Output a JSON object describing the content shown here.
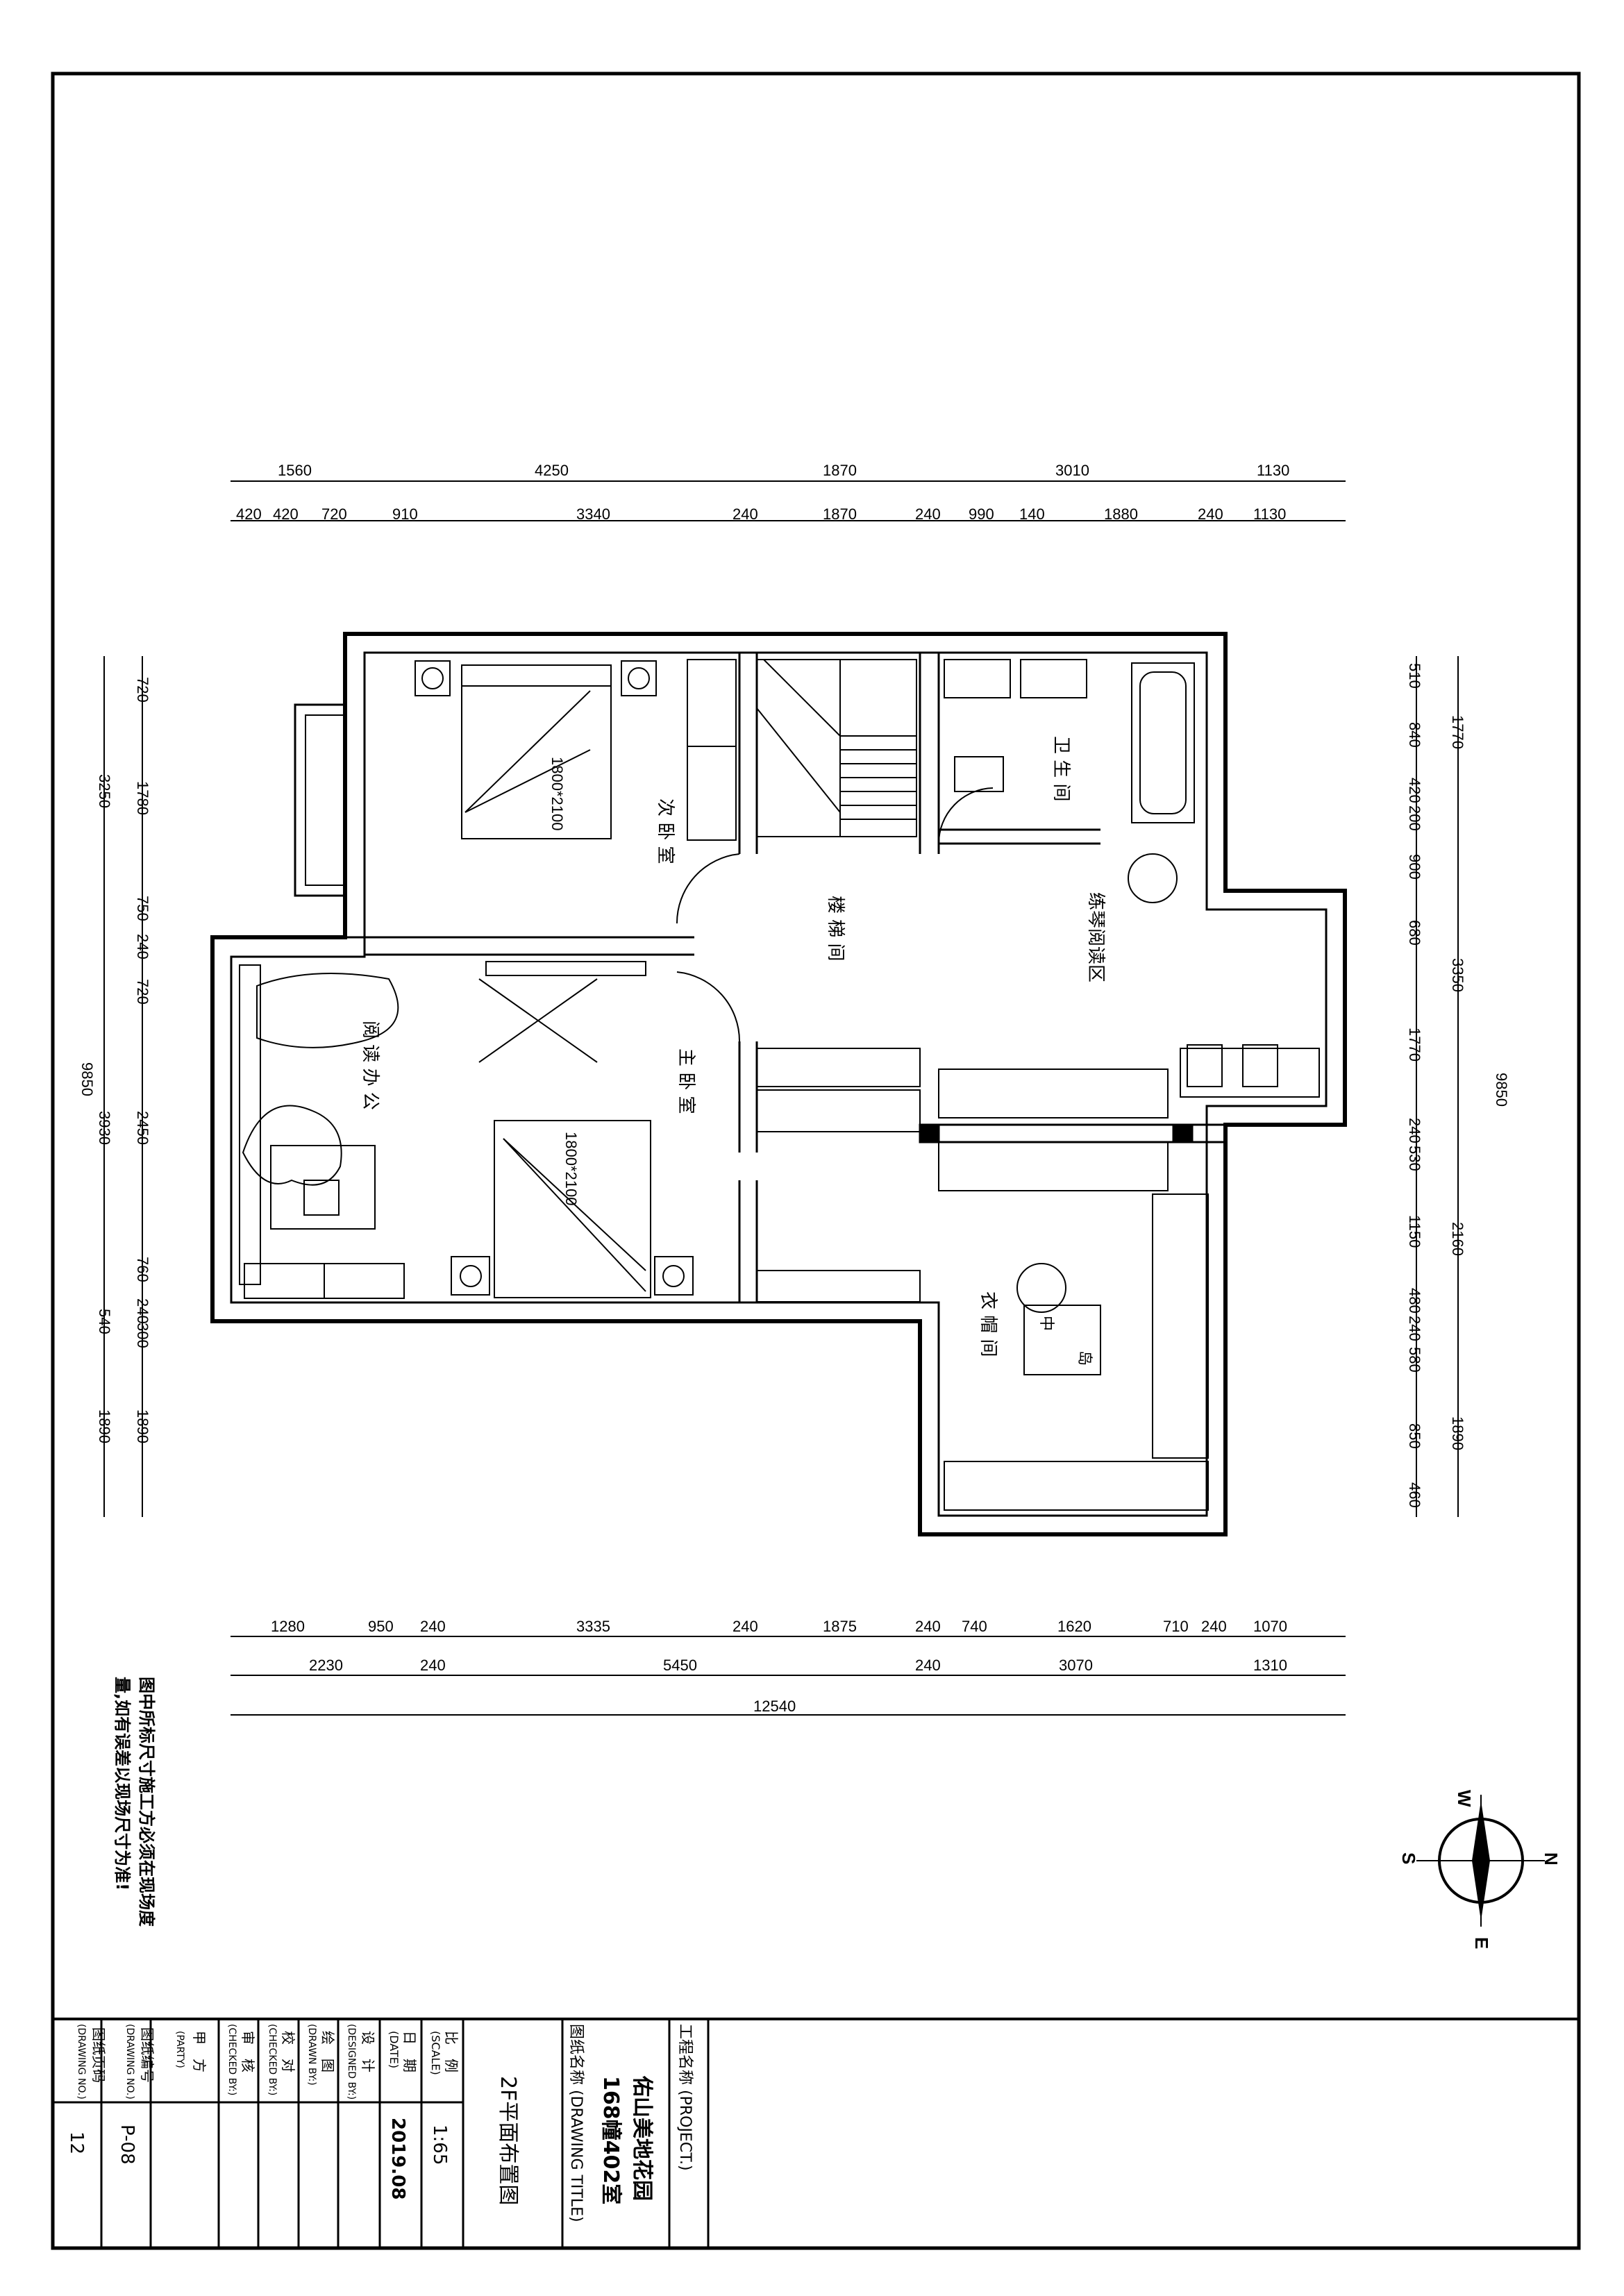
{
  "dimensions": {
    "top_outer": [
      "1560",
      "4250",
      "1870",
      "3010",
      "1130"
    ],
    "top_inner": [
      "420",
      "420",
      "720",
      "910",
      "3340",
      "240",
      "1870",
      "240",
      "990",
      "140",
      "1880",
      "240",
      "1130"
    ],
    "bottom_inner": [
      "1280",
      "950",
      "240",
      "3335",
      "240",
      "1875",
      "240",
      "740",
      "1620",
      "710",
      "240",
      "1070"
    ],
    "bottom_mid": [
      "2230",
      "240",
      "5450",
      "240",
      "3070",
      "1310"
    ],
    "bottom_total": "12540",
    "left_inner": [
      "720",
      "1780",
      "750",
      "240",
      "720",
      "2450",
      "760",
      "240",
      "300",
      "540",
      "1890"
    ],
    "left_outer": [
      "3250",
      "3930",
      "1890"
    ],
    "left_total": "9850",
    "right_inner": [
      "510",
      "840",
      "420",
      "200",
      "900",
      "680",
      "1770",
      "240",
      "530",
      "1150",
      "480",
      "240",
      "580",
      "850",
      "460"
    ],
    "right_outer": [
      "1770",
      "3350",
      "2160",
      "1890"
    ],
    "right_total": "9850"
  },
  "rooms": {
    "second_bedroom": "次 卧 室",
    "stairwell": "楼 梯 间",
    "bathroom": "卫 生 间",
    "piano_reading": "练琴阅读区",
    "reading_office": "阅 读 办 公",
    "master_bedroom": "主 卧 室",
    "cloakroom": "衣 帽 间"
  },
  "bed_size": "1800*2100",
  "island_label_1": "中",
  "island_label_2": "岛",
  "note": [
    "图中所标尺寸施工方必须在现场度",
    "量,如有误差以现场尺寸为准!"
  ],
  "compass": {
    "n": "N",
    "s": "S",
    "e": "E",
    "w": "W"
  },
  "title_block": {
    "project_label": "工程名称 (PROJECT.)",
    "project_name_1": "佑山美地花园",
    "project_name_2": "168幢402室",
    "drawing_title_label": "图纸名称 (DRAWING TITLE)",
    "drawing_title": "2F平面布置图",
    "scale_label_1": "比　例",
    "scale_label_2": "(SCALE)",
    "scale_value": "1:65",
    "date_label_1": "日　期",
    "date_label_2": "(DATE)",
    "date_value": "2019.08",
    "designed_label_1": "设　计",
    "designed_label_2": "(DESIGNED BY:)",
    "drawn_label_1": "绘　图",
    "drawn_label_2": "(DRAWN BY:)",
    "checked_label_1": "校　对",
    "checked_label_2": "(CHECKED BY:)",
    "approved_label_1": "审　核",
    "approved_label_2": "(CHECKED BY:)",
    "party_label_1": "甲　方",
    "party_label_2": "(PARTY)",
    "drawing_no_label_1": "图纸编号",
    "drawing_no_label_2": "(DRAWING NO.)",
    "drawing_no_value": "P-08",
    "page_label_1": "图纸页码",
    "page_label_2": "(DRAWING NO.)",
    "page_value": "12"
  }
}
